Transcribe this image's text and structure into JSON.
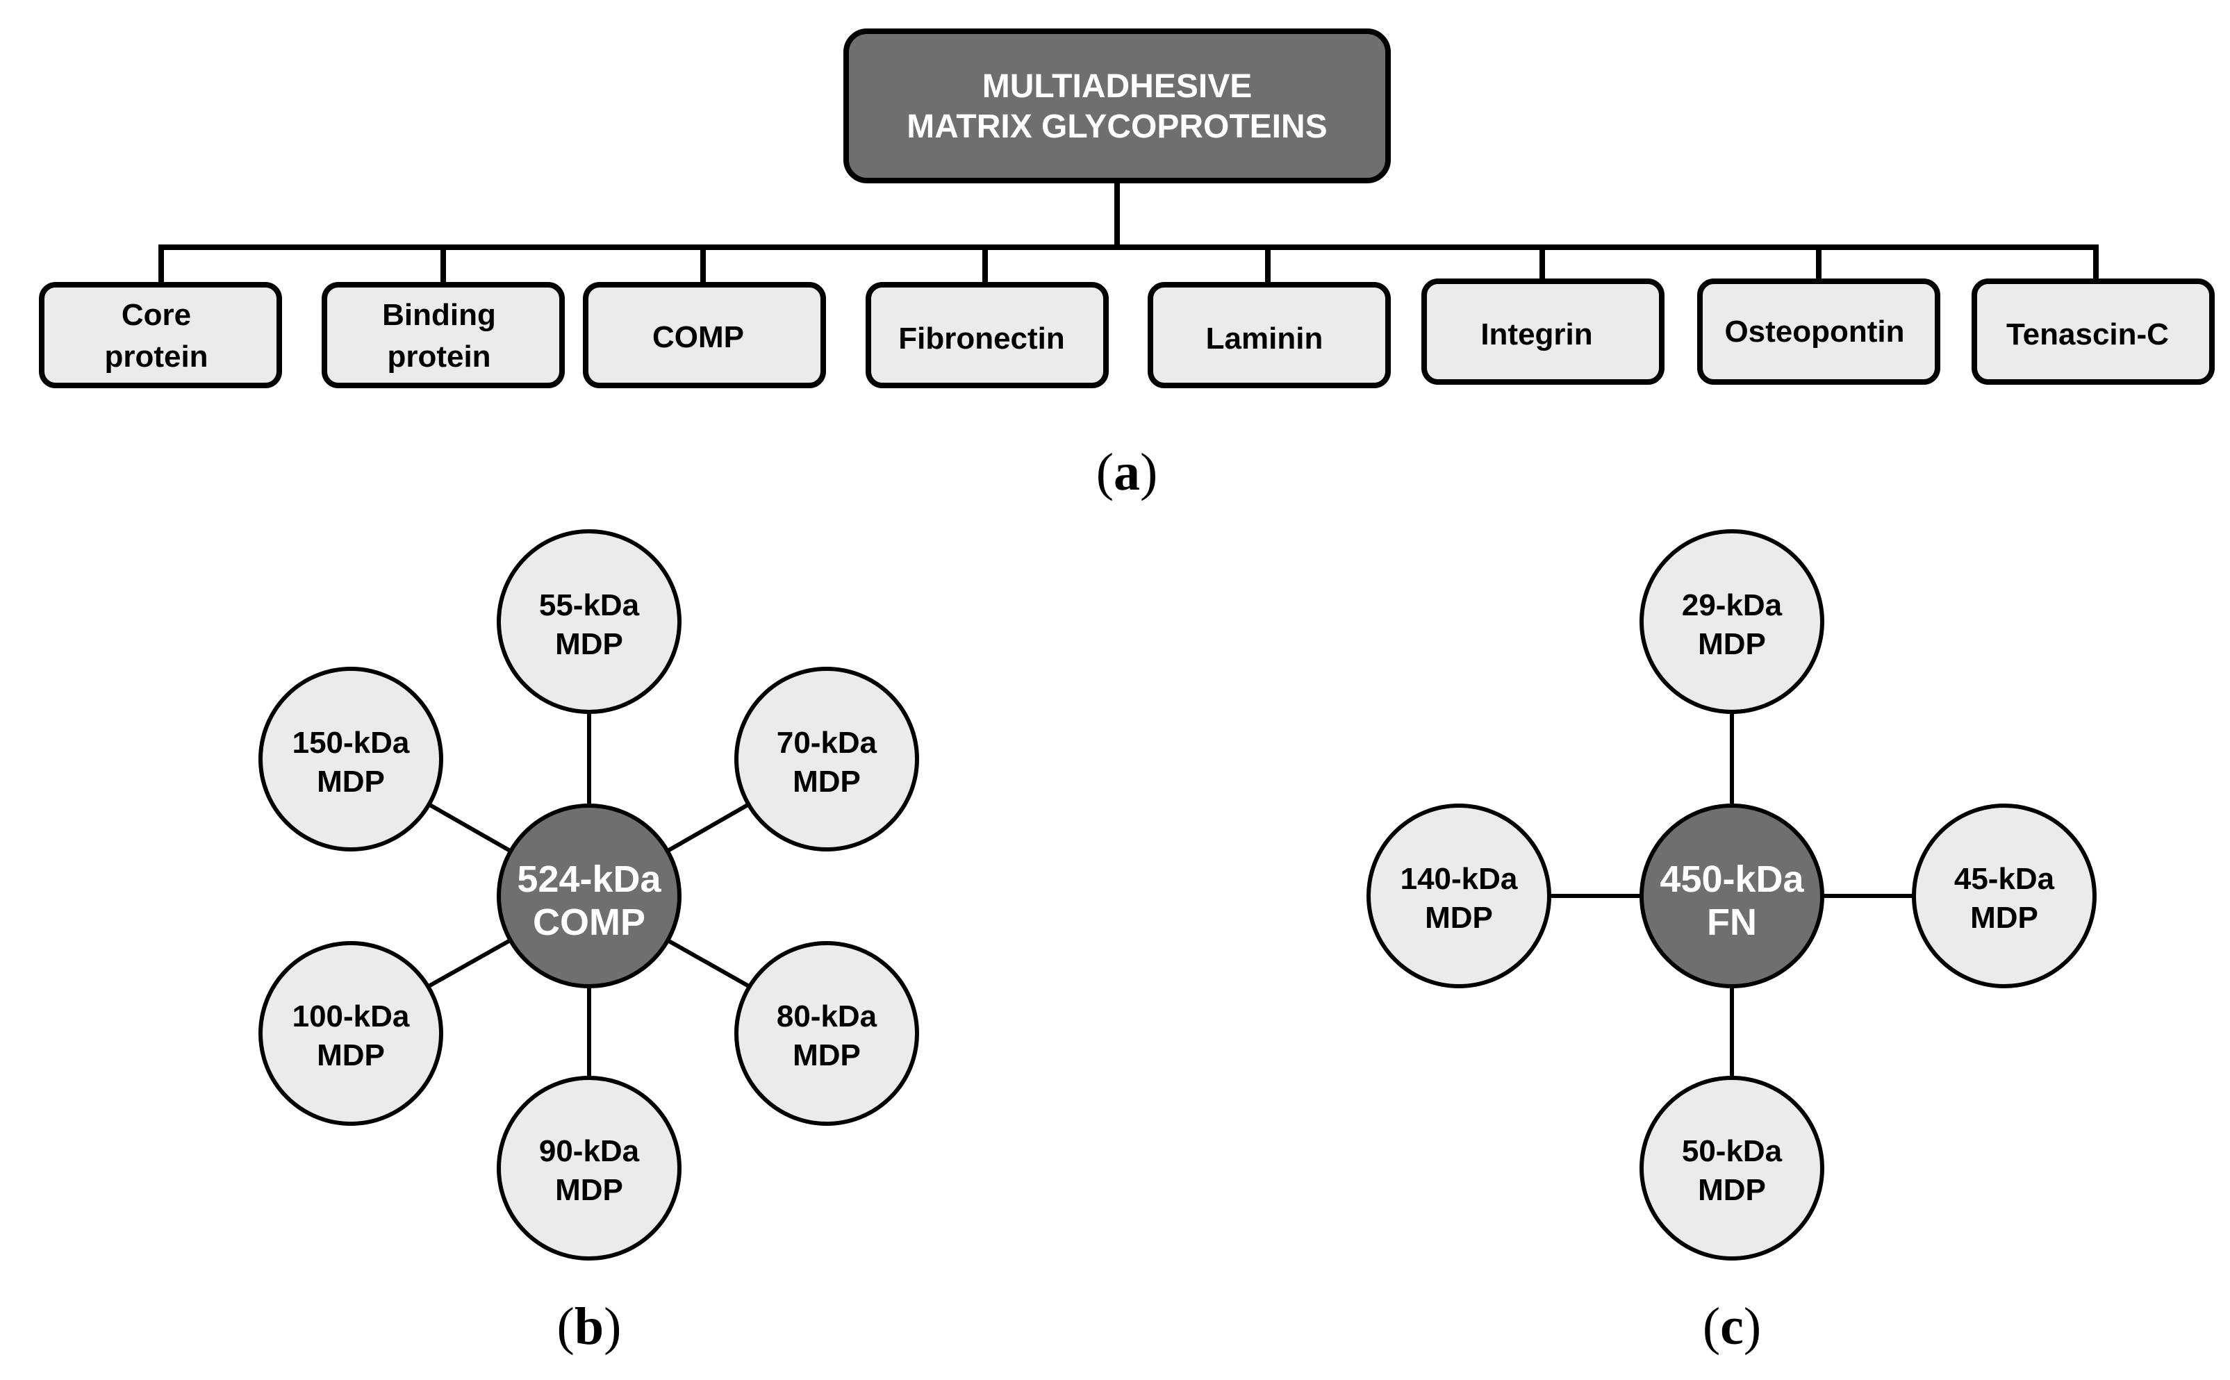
{
  "panel_a": {
    "root": {
      "lines": [
        "MULTIADHESIVE",
        "MATRIX GLYCOPROTEINS"
      ]
    },
    "children": [
      {
        "lines": [
          "Core",
          "protein"
        ]
      },
      {
        "lines": [
          "Binding",
          "protein"
        ]
      },
      {
        "lines": [
          "COMP"
        ]
      },
      {
        "lines": [
          "Fibronectin"
        ]
      },
      {
        "lines": [
          "Laminin"
        ]
      },
      {
        "lines": [
          "Integrin"
        ]
      },
      {
        "lines": [
          "Osteopontin"
        ]
      },
      {
        "lines": [
          "Tenascin-C"
        ]
      }
    ],
    "label": {
      "open": "(",
      "letter": "a",
      "close": ")"
    }
  },
  "panel_b": {
    "center": {
      "lines": [
        "524-kDa",
        "COMP"
      ]
    },
    "nodes": [
      {
        "lines": [
          "55-kDa",
          "MDP"
        ]
      },
      {
        "lines": [
          "70-kDa",
          "MDP"
        ]
      },
      {
        "lines": [
          "80-kDa",
          "MDP"
        ]
      },
      {
        "lines": [
          "90-kDa",
          "MDP"
        ]
      },
      {
        "lines": [
          "100-kDa",
          "MDP"
        ]
      },
      {
        "lines": [
          "150-kDa",
          "MDP"
        ]
      }
    ],
    "label": {
      "open": "(",
      "letter": "b",
      "close": ")"
    }
  },
  "panel_c": {
    "center": {
      "lines": [
        "450-kDa",
        "FN"
      ]
    },
    "nodes": [
      {
        "lines": [
          "29-kDa",
          "MDP"
        ]
      },
      {
        "lines": [
          "45-kDa",
          "MDP"
        ]
      },
      {
        "lines": [
          "50-kDa",
          "MDP"
        ]
      },
      {
        "lines": [
          "140-kDa",
          "MDP"
        ]
      }
    ],
    "label": {
      "open": "(",
      "letter": "c",
      "close": ")"
    }
  },
  "colors": {
    "dark_fill": "#6f6f6f",
    "light_fill": "#ebebeb",
    "stroke": "#000000",
    "center_text": "#ffffff",
    "node_text": "#000000"
  }
}
